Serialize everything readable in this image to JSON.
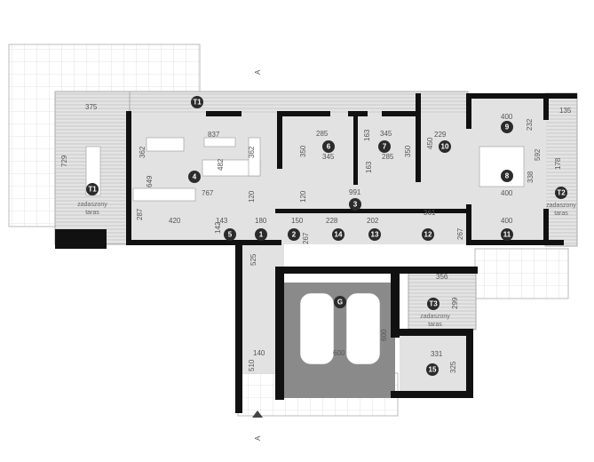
{
  "plan": {
    "section_marker": "A",
    "terrace_caption_line1": "zadaszony",
    "terrace_caption_line2": "taras",
    "rooms": {
      "t1": "T1",
      "t2": "T2",
      "t3": "T3",
      "r1": "1",
      "r2": "2",
      "r3": "3",
      "r4": "4",
      "r5": "5",
      "r6": "6",
      "r7": "7",
      "r8": "8",
      "r9": "9",
      "r10": "10",
      "r11": "11",
      "r12": "12",
      "r13": "13",
      "r14": "14",
      "r15": "15",
      "g": "G"
    },
    "dimensions": [
      "375",
      "729",
      "837",
      "362",
      "482",
      "362",
      "649",
      "767",
      "120",
      "287",
      "420",
      "143",
      "142",
      "180",
      "150",
      "228",
      "202",
      "361",
      "285",
      "350",
      "345",
      "163",
      "163",
      "345",
      "285",
      "350",
      "229",
      "450",
      "400",
      "232",
      "592",
      "338",
      "400",
      "991",
      "120",
      "400",
      "135",
      "178",
      "267",
      "267",
      "525",
      "356",
      "299",
      "600",
      "600",
      "331",
      "325",
      "140",
      "510"
    ]
  },
  "colors": {
    "wall": "#111111",
    "floor": "#e2e2e2",
    "garage": "#8a8a8a",
    "marker": "#2b2b2b"
  }
}
